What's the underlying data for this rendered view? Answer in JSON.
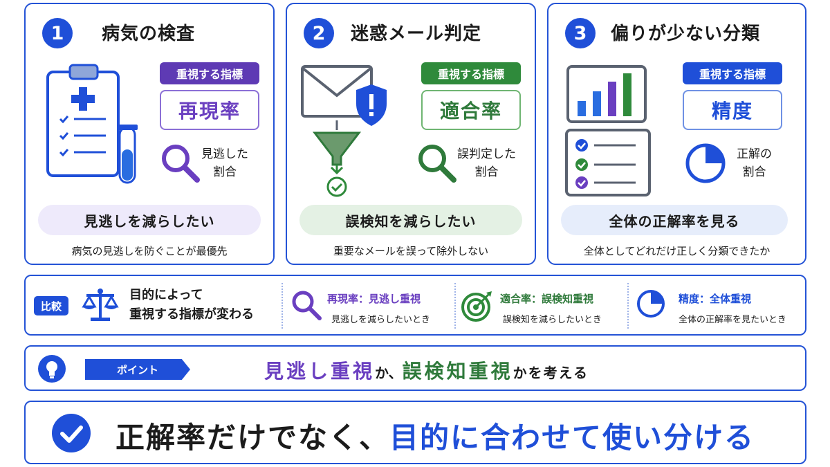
{
  "colors": {
    "blue": "#1f4fd8",
    "purple": "#6a3fc0",
    "green": "#2f8a3b",
    "light_purple_bg": "#eeeafb",
    "light_green_bg": "#e4f1e4",
    "light_blue_bg": "#e6edfb"
  },
  "cards": [
    {
      "number": "1",
      "title": "病気の検査",
      "badge": "重視する指標",
      "metric": "再現率",
      "sub_label_line1": "見逃した",
      "sub_label_line2": "割合",
      "pill": "見逃しを減らしたい",
      "desc": "病気の見逃しを防ぐことが最優先",
      "illustration": "clipboard-test-tube",
      "sub_icon": "magnifier-icon"
    },
    {
      "number": "2",
      "title": "迷惑メール判定",
      "badge": "重視する指標",
      "metric": "適合率",
      "sub_label_line1": "誤判定した",
      "sub_label_line2": "割合",
      "pill": "誤検知を減らしたい",
      "desc": "重要なメールを誤って除外しない",
      "illustration": "envelope-shield-funnel",
      "sub_icon": "magnifier-icon"
    },
    {
      "number": "3",
      "title": "偏りが少ない分類",
      "badge": "重視する指標",
      "metric": "精度",
      "sub_label_line1": "正解の",
      "sub_label_line2": "割合",
      "pill": "全体の正解率を見る",
      "desc": "全体としてどれだけ正しく分類できたか",
      "illustration": "bar-chart-checklist",
      "sub_icon": "pie-quarter-icon"
    }
  ],
  "comparison": {
    "tag": "比較",
    "main_line1": "目的によって",
    "main_line2": "重視する指標が変わる",
    "items": [
      {
        "title": "再現率：見逃し重視",
        "sub": "見逃しを減らしたいとき",
        "icon": "magnifier-icon"
      },
      {
        "title": "適合率：誤検知重視",
        "sub": "誤検知を減らしたいとき",
        "icon": "target-icon"
      },
      {
        "title": "精度：全体重視",
        "sub": "全体の正解率を見たいとき",
        "icon": "pie-quarter-icon"
      }
    ]
  },
  "point": {
    "tag": "ポイント",
    "part1": "見逃し重視",
    "part2": "か、",
    "part3": "誤検知重視",
    "part4": "かを考える"
  },
  "conclusion": {
    "part1": "正解率だけでなく、",
    "part2": "目的に合わせて使い分ける"
  }
}
